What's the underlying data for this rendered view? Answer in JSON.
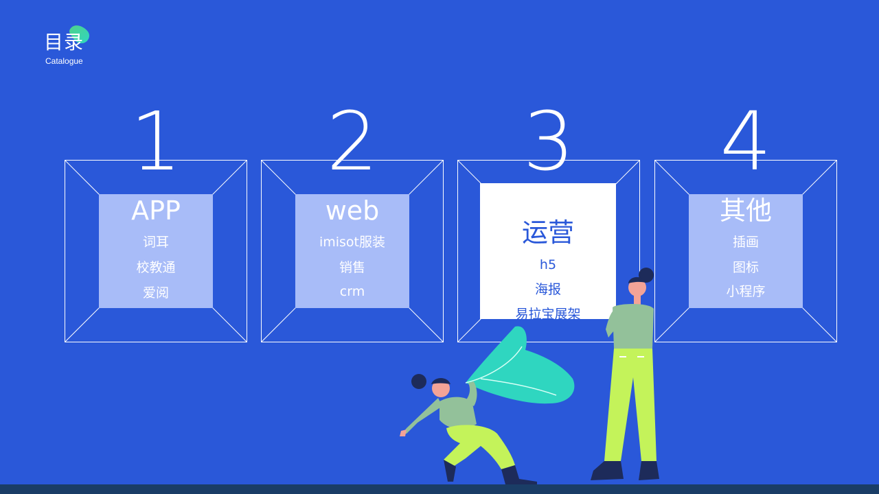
{
  "header": {
    "title": "目录",
    "subtitle": "Catalogue"
  },
  "cards": [
    {
      "number": "1",
      "title": "APP",
      "items": [
        "词耳",
        "校教通",
        "爱阅"
      ]
    },
    {
      "number": "2",
      "title": "web",
      "items": [
        "imisot服装",
        "销售",
        "crm"
      ]
    },
    {
      "number": "3",
      "title": "运营",
      "items": [
        "h5",
        "海报",
        "易拉宝展架"
      ],
      "active": true
    },
    {
      "number": "4",
      "title": "其他",
      "items": [
        "插画",
        "图标",
        "小程序"
      ]
    }
  ],
  "colors": {
    "background": "#2a58d9",
    "inner_box": "#a8bcf8",
    "active_box": "#ffffff",
    "accent_green": "#4fd18b",
    "accent_lime": "#c4f35a",
    "accent_teal": "#2fd6c0"
  },
  "illustration": {
    "icon": "two-people-with-leaf-illustration"
  }
}
